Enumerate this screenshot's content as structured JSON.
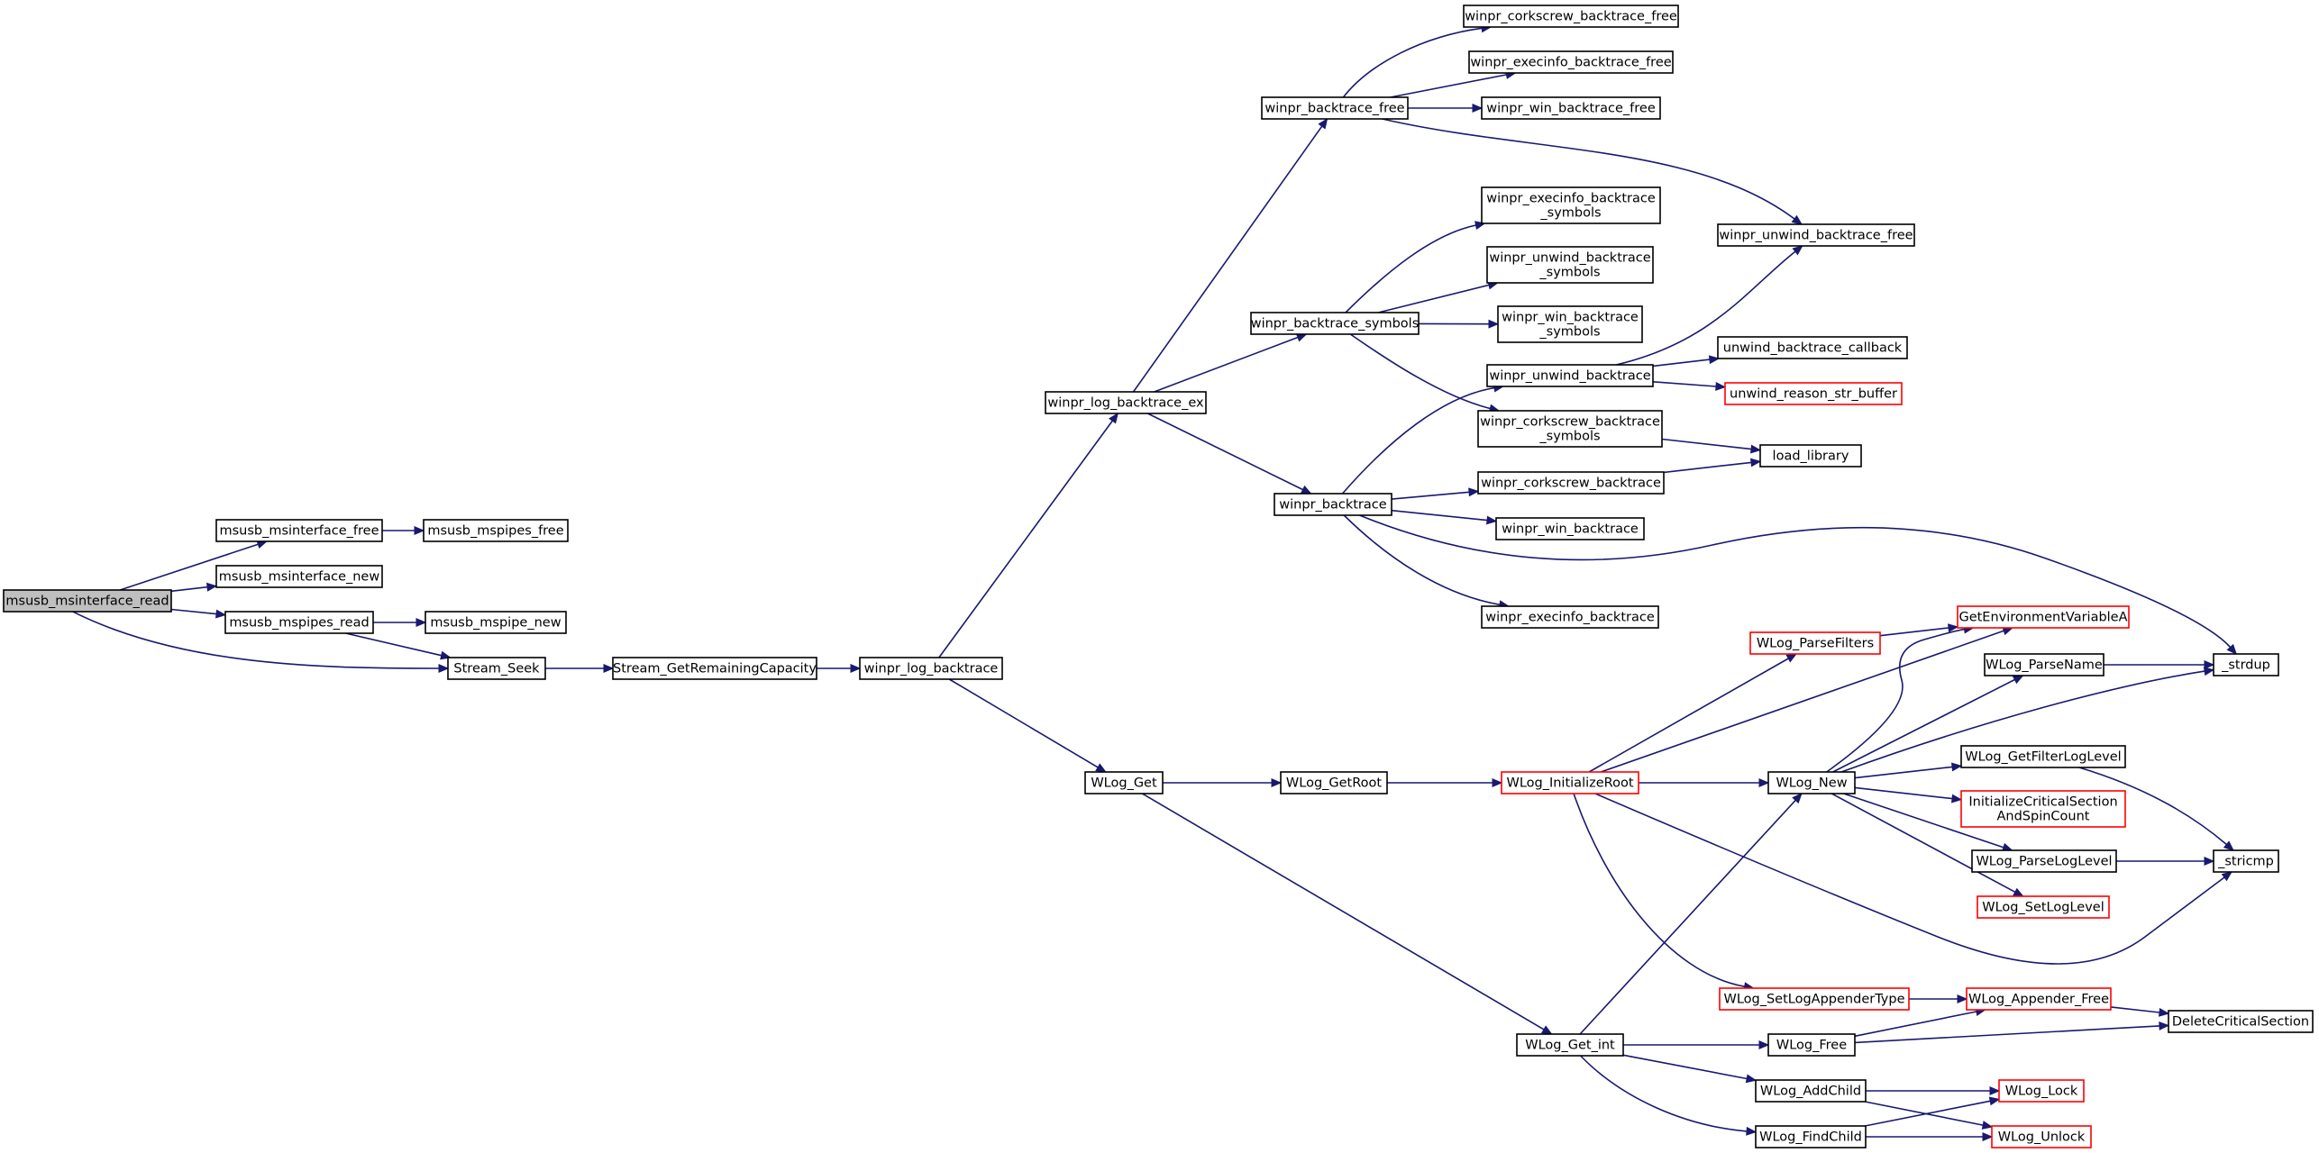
{
  "graph": {
    "nodes": [
      {
        "id": "msusb_msinterface_read",
        "lines": [
          "msusb_msinterface_read"
        ],
        "kind": "root"
      },
      {
        "id": "msusb_msinterface_free",
        "lines": [
          "msusb_msinterface_free"
        ],
        "kind": "normal"
      },
      {
        "id": "msusb_mspipes_free",
        "lines": [
          "msusb_mspipes_free"
        ],
        "kind": "normal"
      },
      {
        "id": "msusb_msinterface_new",
        "lines": [
          "msusb_msinterface_new"
        ],
        "kind": "normal"
      },
      {
        "id": "msusb_mspipes_read",
        "lines": [
          "msusb_mspipes_read"
        ],
        "kind": "normal"
      },
      {
        "id": "msusb_mspipe_new",
        "lines": [
          "msusb_mspipe_new"
        ],
        "kind": "normal"
      },
      {
        "id": "Stream_Seek",
        "lines": [
          "Stream_Seek"
        ],
        "kind": "normal"
      },
      {
        "id": "Stream_GetRemainingCapacity",
        "lines": [
          "Stream_GetRemainingCapacity"
        ],
        "kind": "normal"
      },
      {
        "id": "winpr_log_backtrace",
        "lines": [
          "winpr_log_backtrace"
        ],
        "kind": "normal"
      },
      {
        "id": "winpr_log_backtrace_ex",
        "lines": [
          "winpr_log_backtrace_ex"
        ],
        "kind": "normal"
      },
      {
        "id": "winpr_backtrace_free",
        "lines": [
          "winpr_backtrace_free"
        ],
        "kind": "normal"
      },
      {
        "id": "winpr_corkscrew_backtrace_free",
        "lines": [
          "winpr_corkscrew_backtrace_free"
        ],
        "kind": "normal"
      },
      {
        "id": "winpr_execinfo_backtrace_free",
        "lines": [
          "winpr_execinfo_backtrace_free"
        ],
        "kind": "normal"
      },
      {
        "id": "winpr_win_backtrace_free",
        "lines": [
          "winpr_win_backtrace_free"
        ],
        "kind": "normal"
      },
      {
        "id": "winpr_unwind_backtrace_free",
        "lines": [
          "winpr_unwind_backtrace_free"
        ],
        "kind": "normal"
      },
      {
        "id": "winpr_backtrace_symbols",
        "lines": [
          "winpr_backtrace_symbols"
        ],
        "kind": "normal"
      },
      {
        "id": "winpr_execinfo_backtrace_symbols",
        "lines": [
          "winpr_execinfo_backtrace",
          "_symbols"
        ],
        "kind": "normal"
      },
      {
        "id": "winpr_unwind_backtrace_symbols",
        "lines": [
          "winpr_unwind_backtrace",
          "_symbols"
        ],
        "kind": "normal"
      },
      {
        "id": "winpr_win_backtrace_symbols",
        "lines": [
          "winpr_win_backtrace",
          "_symbols"
        ],
        "kind": "normal"
      },
      {
        "id": "winpr_corkscrew_backtrace_symbols",
        "lines": [
          "winpr_corkscrew_backtrace",
          "_symbols"
        ],
        "kind": "normal"
      },
      {
        "id": "winpr_backtrace",
        "lines": [
          "winpr_backtrace"
        ],
        "kind": "normal"
      },
      {
        "id": "winpr_unwind_backtrace",
        "lines": [
          "winpr_unwind_backtrace"
        ],
        "kind": "normal"
      },
      {
        "id": "unwind_backtrace_callback",
        "lines": [
          "unwind_backtrace_callback"
        ],
        "kind": "normal"
      },
      {
        "id": "unwind_reason_str_buffer",
        "lines": [
          "unwind_reason_str_buffer"
        ],
        "kind": "truncated"
      },
      {
        "id": "load_library",
        "lines": [
          "load_library"
        ],
        "kind": "normal"
      },
      {
        "id": "winpr_corkscrew_backtrace",
        "lines": [
          "winpr_corkscrew_backtrace"
        ],
        "kind": "normal"
      },
      {
        "id": "winpr_win_backtrace",
        "lines": [
          "winpr_win_backtrace"
        ],
        "kind": "normal"
      },
      {
        "id": "winpr_execinfo_backtrace",
        "lines": [
          "winpr_execinfo_backtrace"
        ],
        "kind": "normal"
      },
      {
        "id": "_strdup",
        "lines": [
          "_strdup"
        ],
        "kind": "normal"
      },
      {
        "id": "WLog_Get",
        "lines": [
          "WLog_Get"
        ],
        "kind": "normal"
      },
      {
        "id": "WLog_GetRoot",
        "lines": [
          "WLog_GetRoot"
        ],
        "kind": "normal"
      },
      {
        "id": "WLog_InitializeRoot",
        "lines": [
          "WLog_InitializeRoot"
        ],
        "kind": "truncated"
      },
      {
        "id": "WLog_ParseFilters",
        "lines": [
          "WLog_ParseFilters"
        ],
        "kind": "truncated"
      },
      {
        "id": "GetEnvironmentVariableA",
        "lines": [
          "GetEnvironmentVariableA"
        ],
        "kind": "truncated"
      },
      {
        "id": "WLog_ParseName",
        "lines": [
          "WLog_ParseName"
        ],
        "kind": "normal"
      },
      {
        "id": "WLog_New",
        "lines": [
          "WLog_New"
        ],
        "kind": "normal"
      },
      {
        "id": "WLog_GetFilterLogLevel",
        "lines": [
          "WLog_GetFilterLogLevel"
        ],
        "kind": "normal"
      },
      {
        "id": "InitializeCriticalSectionAndSpinCount",
        "lines": [
          "InitializeCriticalSection",
          "AndSpinCount"
        ],
        "kind": "truncated"
      },
      {
        "id": "WLog_ParseLogLevel",
        "lines": [
          "WLog_ParseLogLevel"
        ],
        "kind": "normal"
      },
      {
        "id": "WLog_SetLogLevel",
        "lines": [
          "WLog_SetLogLevel"
        ],
        "kind": "truncated"
      },
      {
        "id": "_stricmp",
        "lines": [
          "_stricmp"
        ],
        "kind": "normal"
      },
      {
        "id": "WLog_SetLogAppenderType",
        "lines": [
          "WLog_SetLogAppenderType"
        ],
        "kind": "truncated"
      },
      {
        "id": "WLog_Appender_Free",
        "lines": [
          "WLog_Appender_Free"
        ],
        "kind": "truncated"
      },
      {
        "id": "DeleteCriticalSection",
        "lines": [
          "DeleteCriticalSection"
        ],
        "kind": "normal"
      },
      {
        "id": "WLog_Get_int",
        "lines": [
          "WLog_Get_int"
        ],
        "kind": "normal"
      },
      {
        "id": "WLog_Free",
        "lines": [
          "WLog_Free"
        ],
        "kind": "normal"
      },
      {
        "id": "WLog_AddChild",
        "lines": [
          "WLog_AddChild"
        ],
        "kind": "normal"
      },
      {
        "id": "WLog_FindChild",
        "lines": [
          "WLog_FindChild"
        ],
        "kind": "normal"
      },
      {
        "id": "WLog_Lock",
        "lines": [
          "WLog_Lock"
        ],
        "kind": "truncated"
      },
      {
        "id": "WLog_Unlock",
        "lines": [
          "WLog_Unlock"
        ],
        "kind": "truncated"
      }
    ],
    "edges": [
      [
        "msusb_msinterface_read",
        "msusb_msinterface_free"
      ],
      [
        "msusb_msinterface_read",
        "msusb_msinterface_new"
      ],
      [
        "msusb_msinterface_read",
        "msusb_mspipes_read"
      ],
      [
        "msusb_msinterface_read",
        "Stream_Seek"
      ],
      [
        "msusb_msinterface_free",
        "msusb_mspipes_free"
      ],
      [
        "msusb_mspipes_read",
        "msusb_mspipe_new"
      ],
      [
        "msusb_mspipes_read",
        "Stream_Seek"
      ],
      [
        "Stream_Seek",
        "Stream_GetRemainingCapacity"
      ],
      [
        "Stream_GetRemainingCapacity",
        "winpr_log_backtrace"
      ],
      [
        "winpr_log_backtrace",
        "winpr_log_backtrace_ex"
      ],
      [
        "winpr_log_backtrace",
        "WLog_Get"
      ],
      [
        "winpr_log_backtrace_ex",
        "winpr_backtrace_free"
      ],
      [
        "winpr_log_backtrace_ex",
        "winpr_backtrace_symbols"
      ],
      [
        "winpr_log_backtrace_ex",
        "winpr_backtrace"
      ],
      [
        "winpr_backtrace_free",
        "winpr_corkscrew_backtrace_free"
      ],
      [
        "winpr_backtrace_free",
        "winpr_execinfo_backtrace_free"
      ],
      [
        "winpr_backtrace_free",
        "winpr_win_backtrace_free"
      ],
      [
        "winpr_backtrace_free",
        "winpr_unwind_backtrace_free"
      ],
      [
        "winpr_backtrace_symbols",
        "winpr_execinfo_backtrace_symbols"
      ],
      [
        "winpr_backtrace_symbols",
        "winpr_unwind_backtrace_symbols"
      ],
      [
        "winpr_backtrace_symbols",
        "winpr_win_backtrace_symbols"
      ],
      [
        "winpr_backtrace_symbols",
        "winpr_corkscrew_backtrace_symbols"
      ],
      [
        "winpr_corkscrew_backtrace_symbols",
        "load_library"
      ],
      [
        "winpr_backtrace",
        "winpr_unwind_backtrace"
      ],
      [
        "winpr_backtrace",
        "winpr_corkscrew_backtrace"
      ],
      [
        "winpr_backtrace",
        "winpr_win_backtrace"
      ],
      [
        "winpr_backtrace",
        "winpr_execinfo_backtrace"
      ],
      [
        "winpr_backtrace",
        "_strdup"
      ],
      [
        "winpr_unwind_backtrace",
        "winpr_unwind_backtrace_free"
      ],
      [
        "winpr_unwind_backtrace",
        "unwind_backtrace_callback"
      ],
      [
        "winpr_unwind_backtrace",
        "unwind_reason_str_buffer"
      ],
      [
        "winpr_corkscrew_backtrace",
        "load_library"
      ],
      [
        "WLog_Get",
        "WLog_GetRoot"
      ],
      [
        "WLog_Get",
        "WLog_Get_int"
      ],
      [
        "WLog_GetRoot",
        "WLog_InitializeRoot"
      ],
      [
        "WLog_InitializeRoot",
        "WLog_ParseFilters"
      ],
      [
        "WLog_InitializeRoot",
        "GetEnvironmentVariableA"
      ],
      [
        "WLog_InitializeRoot",
        "WLog_New"
      ],
      [
        "WLog_InitializeRoot",
        "_stricmp"
      ],
      [
        "WLog_InitializeRoot",
        "WLog_SetLogAppenderType"
      ],
      [
        "WLog_ParseFilters",
        "GetEnvironmentVariableA"
      ],
      [
        "WLog_New",
        "GetEnvironmentVariableA"
      ],
      [
        "WLog_New",
        "WLog_ParseName"
      ],
      [
        "WLog_New",
        "_strdup"
      ],
      [
        "WLog_New",
        "WLog_GetFilterLogLevel"
      ],
      [
        "WLog_New",
        "InitializeCriticalSectionAndSpinCount"
      ],
      [
        "WLog_New",
        "WLog_ParseLogLevel"
      ],
      [
        "WLog_New",
        "WLog_SetLogLevel"
      ],
      [
        "WLog_ParseName",
        "_strdup"
      ],
      [
        "WLog_GetFilterLogLevel",
        "_stricmp"
      ],
      [
        "WLog_ParseLogLevel",
        "_stricmp"
      ],
      [
        "WLog_SetLogAppenderType",
        "WLog_Appender_Free"
      ],
      [
        "WLog_Appender_Free",
        "DeleteCriticalSection"
      ],
      [
        "WLog_Get_int",
        "WLog_New"
      ],
      [
        "WLog_Get_int",
        "WLog_Free"
      ],
      [
        "WLog_Get_int",
        "WLog_AddChild"
      ],
      [
        "WLog_Get_int",
        "WLog_FindChild"
      ],
      [
        "WLog_Free",
        "WLog_Appender_Free"
      ],
      [
        "WLog_Free",
        "DeleteCriticalSection"
      ],
      [
        "WLog_AddChild",
        "WLog_Lock"
      ],
      [
        "WLog_AddChild",
        "WLog_Unlock"
      ],
      [
        "WLog_FindChild",
        "WLog_Lock"
      ],
      [
        "WLog_FindChild",
        "WLog_Unlock"
      ]
    ]
  }
}
